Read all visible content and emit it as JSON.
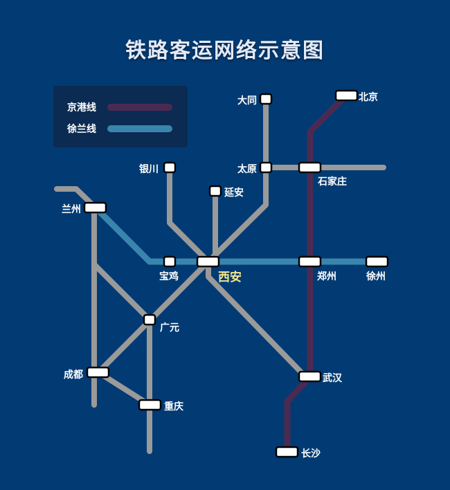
{
  "title": "铁路客运网络示意图",
  "colors": {
    "background": "#023b73",
    "line_gray": "#9a9a9a",
    "jinggang": "#4b2a52",
    "xulan": "#3a85ad",
    "highlight_text": "#f3e891"
  },
  "legend": {
    "items": [
      {
        "label": "京港线",
        "color": "#4b2a52"
      },
      {
        "label": "徐兰线",
        "color": "#3a85ad"
      }
    ]
  },
  "stations": [
    {
      "id": "beijing",
      "label": "北京"
    },
    {
      "id": "datong",
      "label": "大同"
    },
    {
      "id": "yinchuan",
      "label": "银川"
    },
    {
      "id": "taiyuan",
      "label": "太原"
    },
    {
      "id": "shijiazhuang",
      "label": "石家庄"
    },
    {
      "id": "yanan",
      "label": "延安"
    },
    {
      "id": "lanzhou",
      "label": "兰州"
    },
    {
      "id": "baoji",
      "label": "宝鸡"
    },
    {
      "id": "xian",
      "label": "西安",
      "highlight": true
    },
    {
      "id": "zhengzhou",
      "label": "郑州"
    },
    {
      "id": "xuzhou",
      "label": "徐州"
    },
    {
      "id": "guangyuan",
      "label": "广元"
    },
    {
      "id": "chengdu",
      "label": "成都"
    },
    {
      "id": "wuhan",
      "label": "武汉"
    },
    {
      "id": "chongqing",
      "label": "重庆"
    },
    {
      "id": "changsha",
      "label": "长沙"
    }
  ]
}
